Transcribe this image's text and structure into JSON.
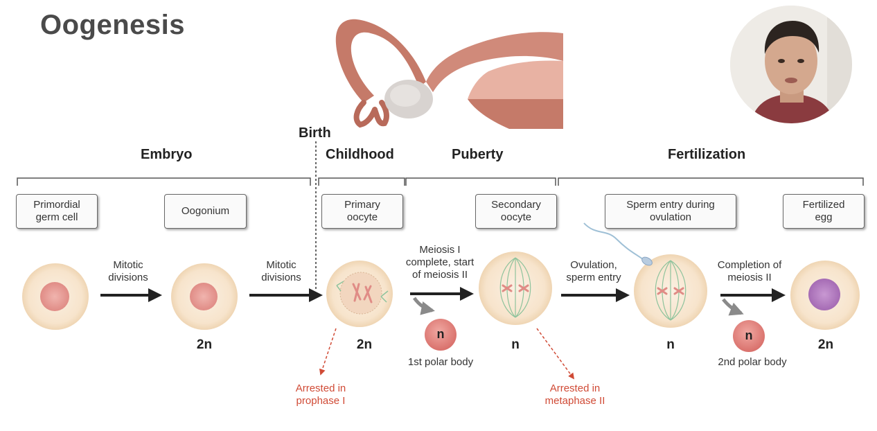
{
  "title": "Oogenesis",
  "stages": {
    "embryo": "Embryo",
    "birth": "Birth",
    "childhood": "Childhood",
    "puberty": "Puberty",
    "fertilization": "Fertilization"
  },
  "cell_labels": {
    "primordial": "Primordial\ngerm cell",
    "oogonium": "Oogonium",
    "primary": "Primary\noocyte",
    "secondary": "Secondary\noocyte",
    "sperm_entry": "Sperm entry during\novulation",
    "fertilized": "Fertilized\negg"
  },
  "arrows": {
    "mitotic1": "Mitotic\ndivisions",
    "mitotic2": "Mitotic\ndivisions",
    "meiosis1": "Meiosis I\ncomplete, start\nof meiosis II",
    "ovulation": "Ovulation,\nsperm entry",
    "completion": "Completion of\nmeiosis II"
  },
  "ploidy": {
    "oogonium": "2n",
    "primary": "2n",
    "polar1": "n",
    "secondary": "n",
    "sperm_entry": "n",
    "polar2": "n",
    "fertilized": "2n"
  },
  "polar_bodies": {
    "first": "1st polar body",
    "second": "2nd polar body"
  },
  "arrests": {
    "prophase": "Arrested in\nprophase I",
    "metaphase": "Arrested in\nmetaphase II"
  },
  "colors": {
    "cell_fill": "#f8e6cf",
    "cell_edge": "#f0d6b4",
    "nucleus": "#e99a96",
    "fertilized_nucleus": "#b47ac0",
    "polar_body": "#e68e8a",
    "arrest": "#d04a35",
    "spindle": "#8ec39c"
  },
  "icons": [
    "uterus-ovary-illustration",
    "presenter-webcam",
    "sperm-icon"
  ]
}
